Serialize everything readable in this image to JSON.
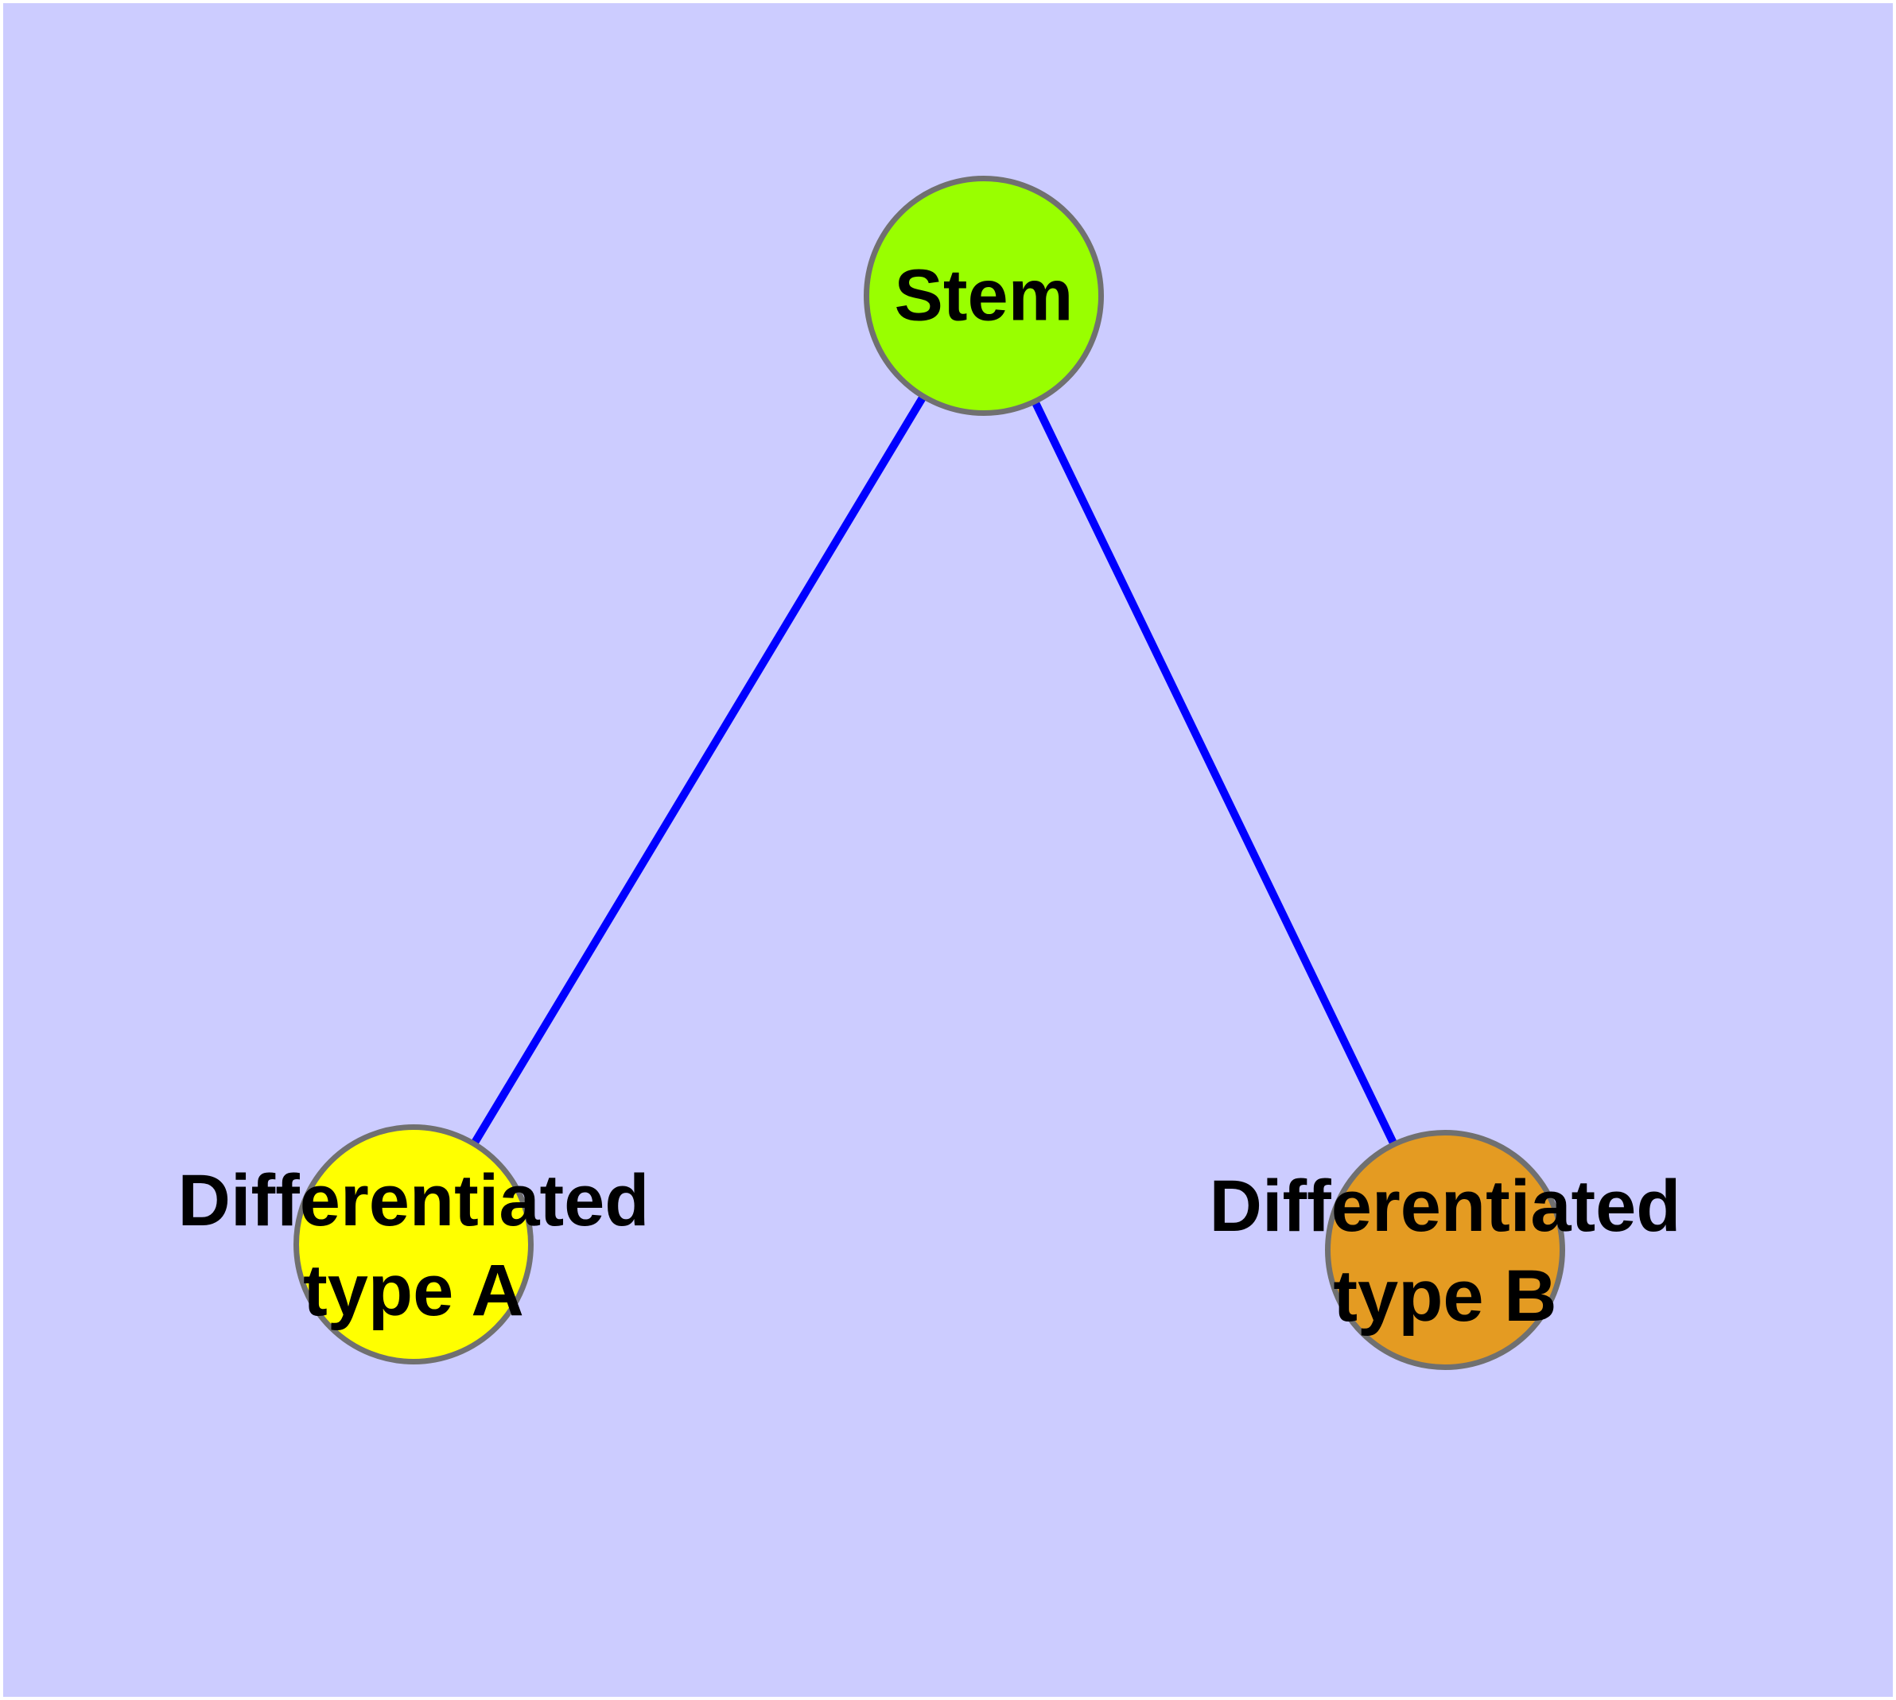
{
  "diagram": {
    "type": "node-link-graph",
    "description": "Cell differentiation tree: Stem node connects to two differentiated cell type nodes",
    "nodes": [
      {
        "id": "stem",
        "label_lines": [
          "Stem"
        ],
        "fill": "#99ff00",
        "shape": "circle"
      },
      {
        "id": "type-a",
        "label_lines": [
          "Differentiated",
          "type A"
        ],
        "fill": "#ffff00",
        "shape": "circle"
      },
      {
        "id": "type-b",
        "label_lines": [
          "Differentiated",
          "type B"
        ],
        "fill": "#e49b22",
        "shape": "circle"
      }
    ],
    "edges": [
      {
        "from": "stem",
        "to": "type-a",
        "color": "#0000ff"
      },
      {
        "from": "stem",
        "to": "type-b",
        "color": "#0000ff"
      }
    ]
  },
  "colors": {
    "page_bg": "#ffffff",
    "canvas_bg": "#ccccff",
    "edge": "#0000ff",
    "node_border": "#707070",
    "node_stem": "#99ff00",
    "node_type_a": "#ffff00",
    "node_type_b": "#e49b22",
    "label_text": "#000000"
  }
}
